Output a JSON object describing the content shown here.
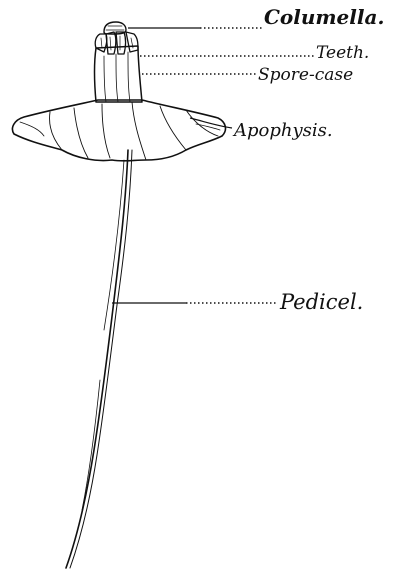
{
  "labels": {
    "columella": "Columella.",
    "teeth": "Teeth.",
    "spore_case": "Spore-case",
    "apophysis": "Apophysis.",
    "pedicel": "Pedicel."
  }
}
